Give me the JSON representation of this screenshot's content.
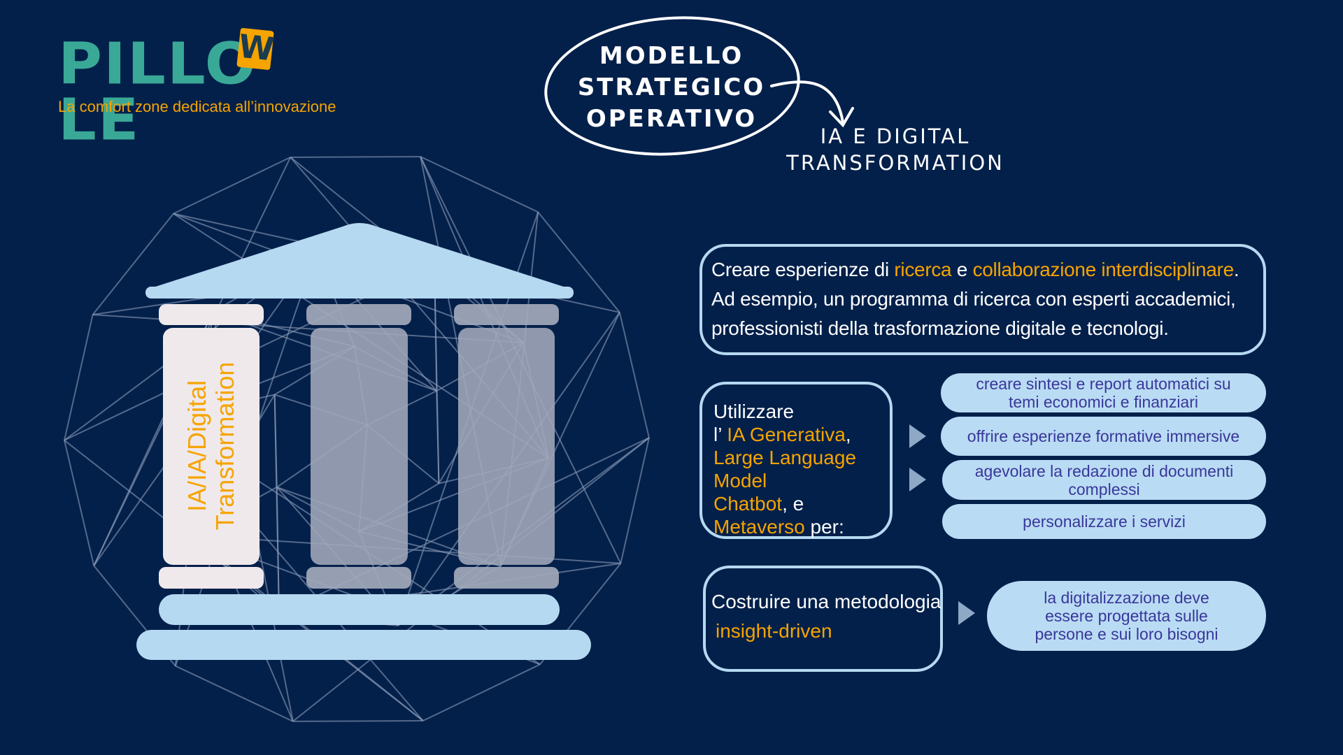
{
  "logo": {
    "text_left": "PILLO",
    "text_w": "W",
    "text_right": "LE",
    "tagline": "La comfort zone dedicata all’innovazione"
  },
  "header": {
    "title_lines": [
      "MODELLO",
      "STRATEGICO",
      "OPERATIVO"
    ],
    "subtitle_lines": [
      "IA E DIGITAL",
      "TRANSFORMATION"
    ]
  },
  "temple": {
    "column_label_1": "IA/IA/Digital",
    "column_label_2": "Transformation"
  },
  "box1": {
    "t1": "Creare esperienze di ",
    "h1": "ricerca",
    "t2": " e ",
    "h2": "collaborazione interdisciplinare",
    "t3": ".",
    "line2": "Ad esempio, un programma di ricerca con esperti accademici,",
    "line3": "professionisti della trasformazione digitale e tecnologi."
  },
  "box2": {
    "t1": "Utilizzare",
    "t2": "l’ ",
    "h1": "IA Generativa",
    "t3": ",",
    "h2": "Large Language Model",
    "t4": ", ",
    "h3": "Chatbot",
    "t5": " e",
    "h4": "Metaverso",
    "t6": " per:"
  },
  "pills": [
    "creare sintesi e report automatici su temi economici e finanziari",
    "offrire esperienze formative immersive",
    "agevolare la redazione di documenti complessi",
    "personalizzare i servizi"
  ],
  "box3": {
    "t1": "Costruire una metodologia",
    "h1": "insight-driven",
    "pill": "la digitalizzazione deve essere progettata sulle persone e sui loro bisogni"
  },
  "colors": {
    "background": "#03204a",
    "accent": "#f6a400",
    "pill": "#b9dcf4",
    "pill_text": "#3a369a"
  }
}
